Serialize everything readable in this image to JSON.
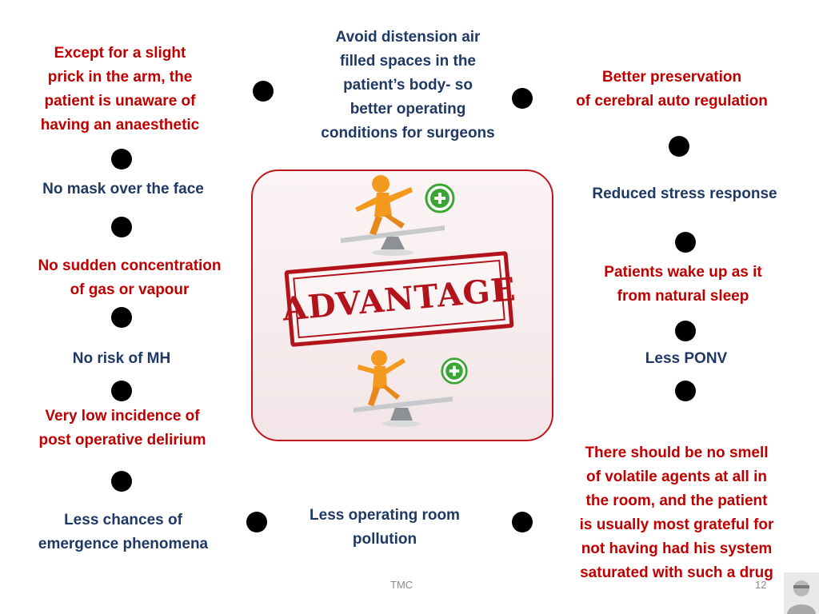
{
  "left_column": [
    {
      "text": "Except for a slight\nprick in the arm, the\npatient is unaware of\nhaving an anaesthetic",
      "color": "#c00000"
    },
    {
      "text": "No mask over the face",
      "color": "#1f3864"
    },
    {
      "text": "No sudden concentration\nof gas or vapour",
      "color": "#c00000"
    },
    {
      "text": "No risk of MH",
      "color": "#1f3864"
    },
    {
      "text": "Very low incidence of\npost operative delirium",
      "color": "#c00000"
    },
    {
      "text": "Less chances of\nemergence phenomena",
      "color": "#1f3864"
    }
  ],
  "center_column": {
    "top": {
      "text": "Avoid distension air\nfilled spaces in the\npatient’s body- so\nbetter operating\nconditions for surgeons",
      "color": "#1f3864"
    },
    "bottom": {
      "text": "Less operating room\npollution",
      "color": "#1f3864"
    }
  },
  "right_column": [
    {
      "text": "Better preservation\nof cerebral auto regulation",
      "color": "#c00000"
    },
    {
      "text": "Reduced stress response",
      "color": "#1f3864"
    },
    {
      "text": "Patients wake up as it\nfrom natural sleep",
      "color": "#c00000"
    },
    {
      "text": "Less PONV",
      "color": "#1f3864"
    },
    {
      "text": "There should be no smell\nof volatile agents at all in\nthe room, and the patient\nis usually most grateful for\nnot having had his system\nsaturated with such a drug",
      "color": "#c00000"
    }
  ],
  "center_graphic": {
    "stamp_text": "ADVANTAGE",
    "icons": [
      "person-on-seesaw-icon",
      "plus-circle-icon"
    ],
    "figure_color": "#f39a1e",
    "plus_color": "#3aa535",
    "border_color": "#c0151c"
  },
  "footer": {
    "label": "TMC",
    "page_number": "12"
  }
}
